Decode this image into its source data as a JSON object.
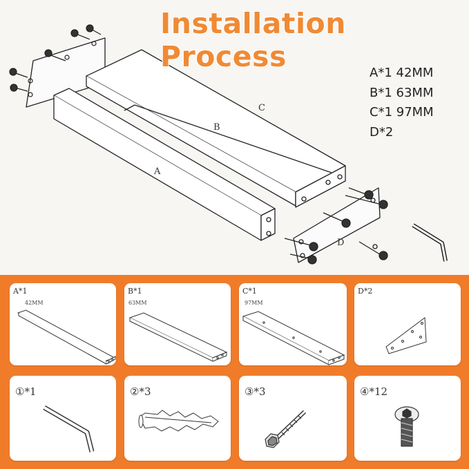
{
  "title": "Installation Process",
  "specs": [
    "A*1 42MM",
    "B*1 63MM",
    "C*1 97MM",
    "D*2"
  ],
  "diagram_labels": {
    "a": "A",
    "b": "B",
    "c": "C",
    "d": "D"
  },
  "parts": [
    {
      "label": "A*1",
      "size": "42MM"
    },
    {
      "label": "B*1",
      "size": "63MM"
    },
    {
      "label": "C*1",
      "size": "97MM"
    },
    {
      "label": "D*2",
      "size": ""
    }
  ],
  "hardware": [
    {
      "label": "①*1",
      "icon": "hex-key-icon"
    },
    {
      "label": "②*3",
      "icon": "wall-anchor-icon"
    },
    {
      "label": "③*3",
      "icon": "screw-icon"
    },
    {
      "label": "④*12",
      "icon": "bolt-icon"
    }
  ],
  "colors": {
    "accent": "#f07c2a",
    "title": "#f08a34"
  }
}
